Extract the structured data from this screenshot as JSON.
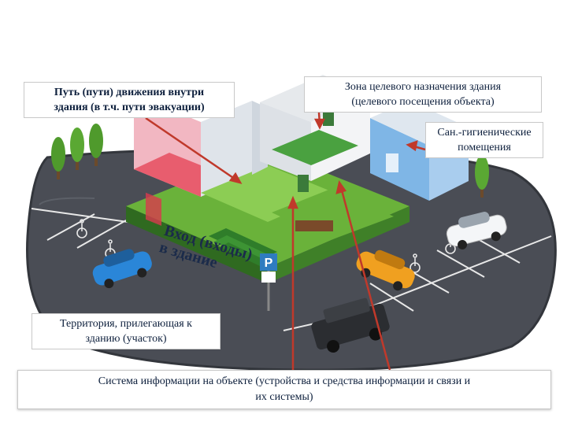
{
  "callouts": {
    "path": {
      "line1": "Путь (пути) движения внутри",
      "line2": "здания (в т.ч. пути эвакуации)"
    },
    "zone": {
      "line1": "Зона целевого назначения здания",
      "line2": "(целевого посещения объекта)"
    },
    "sanitary": {
      "line1": "Сан.-гигиенические",
      "line2": "помещения"
    },
    "entrance": {
      "line1": "Вход (входы)",
      "line2": "в здание"
    },
    "territory": {
      "line1": "Территория, прилегающая к",
      "line2": "зданию (участок)"
    },
    "info": {
      "line1": "Система информации на объекте (устройства и средства информации и связи и",
      "line2": "их системы)"
    }
  },
  "sign": {
    "parking_letter": "P"
  },
  "colors": {
    "lot": "#4a4d55",
    "lot_edge": "#33363c",
    "parking_lines": "#e8e8e8",
    "grass": "#6ab23a",
    "arrow": "#c0392b",
    "callout_border": "#c8c8c8",
    "text": "#0d1f3c"
  },
  "icons": [
    "tree-icon",
    "car-icon",
    "wheelchair-icon",
    "parking-sign-icon",
    "arrow-icon"
  ]
}
